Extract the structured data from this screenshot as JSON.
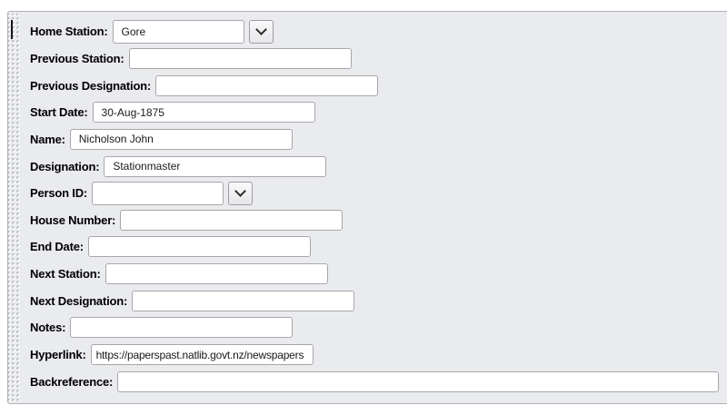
{
  "form": {
    "fields": [
      {
        "name": "home-station",
        "label": "Home Station:",
        "value": "Gore",
        "type": "combo"
      },
      {
        "name": "previous-station",
        "label": "Previous Station:",
        "value": "",
        "type": "text"
      },
      {
        "name": "previous-designation",
        "label": "Previous Designation:",
        "value": "",
        "type": "text"
      },
      {
        "name": "start-date",
        "label": "Start Date:",
        "value": "30-Aug-1875",
        "type": "text"
      },
      {
        "name": "name",
        "label": "Name:",
        "value": "Nicholson John",
        "type": "text"
      },
      {
        "name": "designation",
        "label": "Designation:",
        "value": "Stationmaster",
        "type": "text"
      },
      {
        "name": "person-id",
        "label": "Person ID:",
        "value": "",
        "type": "combo"
      },
      {
        "name": "house-number",
        "label": "House Number:",
        "value": "",
        "type": "text"
      },
      {
        "name": "end-date",
        "label": "End Date:",
        "value": "",
        "type": "text"
      },
      {
        "name": "next-station",
        "label": "Next Station:",
        "value": "",
        "type": "text"
      },
      {
        "name": "next-designation",
        "label": "Next Designation:",
        "value": "",
        "type": "text"
      },
      {
        "name": "notes",
        "label": "Notes:",
        "value": "",
        "type": "text"
      },
      {
        "name": "hyperlink",
        "label": "Hyperlink:",
        "value": "https://paperspast.natlib.govt.nz/newspapers",
        "type": "text"
      },
      {
        "name": "backreference",
        "label": "Backreference:",
        "value": "",
        "type": "text"
      }
    ],
    "icons": {
      "dropdown": "chevron-down"
    },
    "colors": {
      "panel_background": "#eaebef",
      "panel_border": "#b0b1b5",
      "field_border": "#a7a7a9",
      "label_text": "#000000",
      "value_text": "#1a1a1a"
    }
  }
}
